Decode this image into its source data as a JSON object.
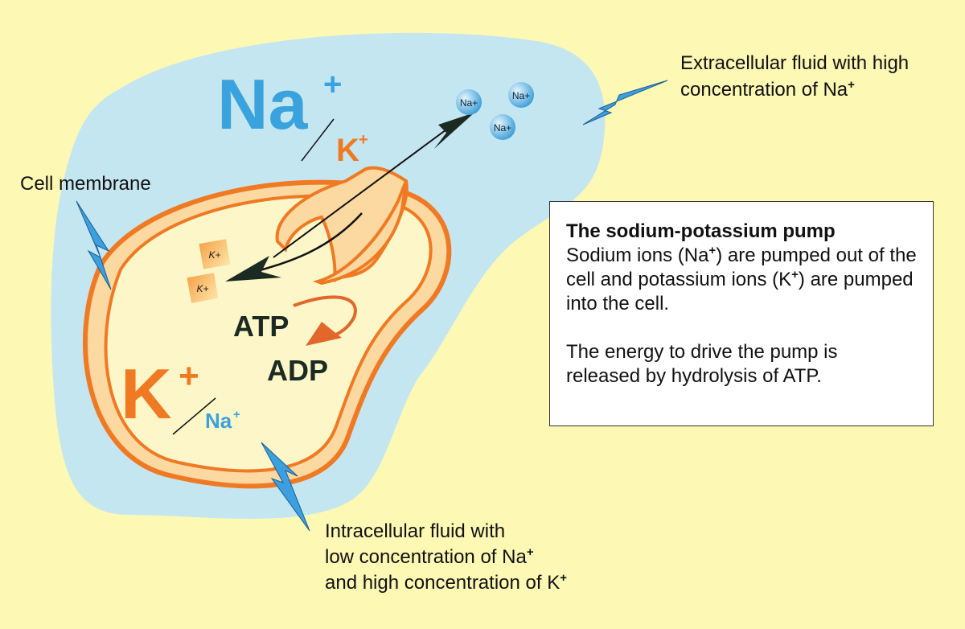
{
  "labels": {
    "extracellular": {
      "line1": "Extracellular fluid with high",
      "line2": "concentration of Na",
      "sup": "+"
    },
    "cell_membrane": "Cell membrane",
    "intracellular": {
      "line1": "Intracellular fluid with",
      "line2": "low concentration of Na",
      "line3": "and high concentration of K",
      "sup": "+"
    }
  },
  "outside_ratio": {
    "major": "Na",
    "major_sup": "+",
    "minor": "K",
    "minor_sup": "+"
  },
  "inside_ratio": {
    "major": "K",
    "major_sup": "+",
    "minor": "Na",
    "minor_sup": "+"
  },
  "ions_out": [
    "Na+",
    "Na+",
    "Na+"
  ],
  "ions_in": [
    "K+",
    "K+"
  ],
  "atp": "ATP",
  "adp": "ADP",
  "info_box": {
    "title": "The sodium-potassium pump",
    "p1_a": "Sodium ions (Na",
    "p1_b": ") are pumped out of the cell and potassium ions (K",
    "p1_c": ") are pumped into the cell.",
    "sup": "+",
    "p2": "The energy to drive the pump is released by hydrolysis of ATP."
  },
  "colors": {
    "background": "#fdf8b4",
    "fluid": "#c4e6f0",
    "cell": "#fdf6c8",
    "membrane": "#f07a24",
    "blue_text": "#3aa2dc",
    "pointer": "#3b9fe0"
  }
}
